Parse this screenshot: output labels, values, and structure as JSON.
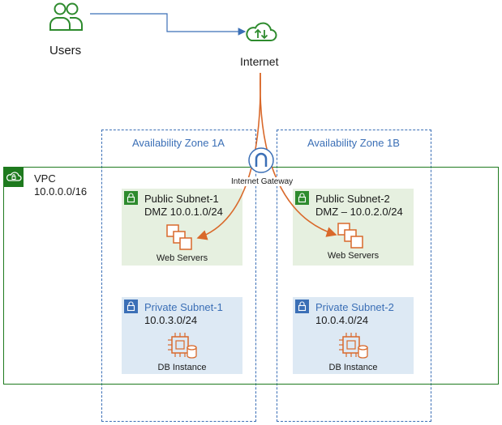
{
  "users": {
    "label": "Users"
  },
  "internet": {
    "label": "Internet"
  },
  "availability_zones": [
    {
      "label": "Availability Zone 1A"
    },
    {
      "label": "Availability Zone 1B"
    }
  ],
  "vpc": {
    "name": "VPC",
    "cidr": "10.0.0.0/16"
  },
  "gateway": {
    "label": "Internet Gateway"
  },
  "public_subnets": [
    {
      "name": "Public Subnet-1",
      "cidr": "DMZ 10.0.1.0/24",
      "caption": "Web Servers"
    },
    {
      "name": "Public Subnet-2",
      "cidr": "DMZ – 10.0.2.0/24",
      "caption": "Web Servers"
    }
  ],
  "private_subnets": [
    {
      "name": "Private Subnet-1",
      "cidr": "10.0.3.0/24",
      "caption": "DB Instance"
    },
    {
      "name": "Private Subnet-2",
      "cidr": "10.0.4.0/24",
      "caption": "DB Instance"
    }
  ],
  "colors": {
    "vpc_border": "#1e7a1e",
    "az_border": "#3b6fb6",
    "public_fill": "#e6f0e0",
    "private_fill": "#dde9f4",
    "traffic_line": "#d9692b",
    "users_line": "#3b6fb6",
    "compute_icon": "#d9692b"
  }
}
